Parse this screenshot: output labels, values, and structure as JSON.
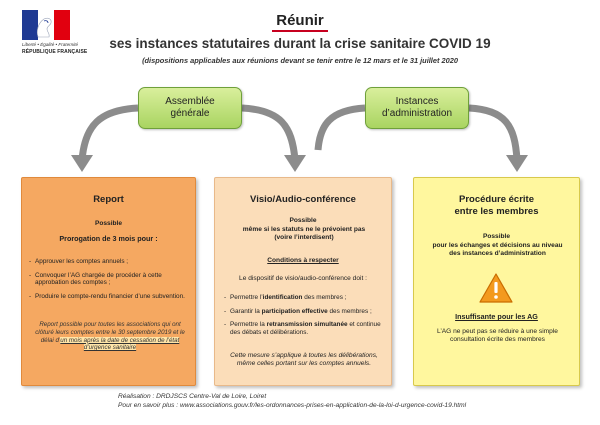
{
  "logo": {
    "motto": "Liberté • Égalité • Fraternité",
    "republic": "RÉPUBLIQUE FRANÇAISE"
  },
  "header": {
    "title": "Réunir",
    "subtitle": "ses instances statutaires durant la crise sanitaire COVID 19",
    "note": "(dispositions applicables aux réunions devant se tenir entre le 12 mars et le 31 juillet 2020"
  },
  "top_boxes": {
    "assembly_line1": "Assemblée",
    "assembly_line2": "générale",
    "board_line1": "Instances",
    "board_line2": "d’administration"
  },
  "report": {
    "title": "Report",
    "status": "Possible",
    "extension": "Prorogation de 3 mois pour :",
    "items": [
      "Approuver les comptes annuels ;",
      "Convoquer l’AG chargée de procéder à cette approbation des comptes ;",
      "Produire le compte-rendu financier d’une subvention."
    ],
    "note_part1": "Report possible pour toutes les associations qui ont clôturé leurs comptes entre le 30 septembre 2019 et le délai d’",
    "note_highlight": "un mois après la date de cessation de l’état d’urgence sanitaire"
  },
  "visio": {
    "title": "Visio/Audio-conférence",
    "status": "Possible",
    "status_detail": "même si les statuts ne le prévoient pas (voire l’interdisent)",
    "conditions_title": "Conditions à respecter",
    "conditions_intro": "Le dispositif de visio/audio-conférence doit :",
    "items": [
      {
        "pre": "Permettre l’",
        "bold": "identification",
        "post": " des membres ;"
      },
      {
        "pre": "Garantir la ",
        "bold": "participation effective",
        "post": " des membres ;"
      },
      {
        "pre": "Permettre la ",
        "bold": "retransmission simultanée",
        "post": " et continue des débats et délibérations."
      }
    ],
    "note": "Cette mesure s’applique à toutes les délibérations, même celles portant sur les comptes annuels."
  },
  "written": {
    "title_line1": "Procédure écrite",
    "title_line2": "entre les membres",
    "status": "Possible",
    "detail": "pour les échanges et décisions au niveau des instances d’administration",
    "insufficient": "Insuffisante pour les AG",
    "insufficient_detail": "L’AG ne peut pas se réduire à une simple consultation écrite des membres",
    "warning_icon": "warning-triangle-icon"
  },
  "footer": {
    "credit": "Réalisation : DRDJSCS Centre-Val de Loire, Loiret",
    "more_label": "Pour en savoir plus : ",
    "more_url": "www.associations.gouv.fr/les-ordonnances-prises-en-application-de-la-loi-d-urgence-covid-19.html"
  },
  "colors": {
    "report": "#f5a861",
    "visio": "#fbddb9",
    "written": "#fff79e",
    "top_boxes": "#bfe07a",
    "arrows": "#8c8c8c",
    "accent_red": "#c7001f"
  }
}
